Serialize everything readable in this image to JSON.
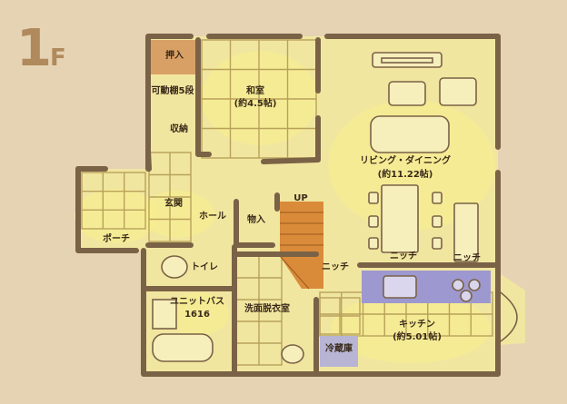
{
  "floor": {
    "number": "1",
    "suffix": "F"
  },
  "rooms": {
    "oshiire": "押入",
    "washitsu": "和室",
    "washitsu_size": "(約4.5帖)",
    "kadoudana": "可動棚5段",
    "shuno": "収納",
    "genkan": "玄関",
    "porch": "ポーチ",
    "hall": "ホール",
    "monoire": "物入",
    "up": "UP",
    "living": "リビング・ダイニング",
    "living_size": "(約11.22帖)",
    "toilet": "トイレ",
    "unitbath": "ユニットバス",
    "unitbath_size": "1616",
    "senmen": "洗面脱衣室",
    "niche_left": "ニッチ",
    "niche_top": "ニッチ",
    "niche_right": "ニッチ",
    "kitchen": "キッチン",
    "kitchen_size": "(約5.01帖)",
    "reizoko": "冷蔵庫"
  },
  "colors": {
    "paper": "#e6d3b4",
    "floor": "#f1e6a0",
    "glow": "#f8ee8c",
    "wall": "#7a6246",
    "grid": "#b8a25a",
    "stair": "#d98b3a",
    "oshiire": "#d9a065",
    "reizoko": "#b7b4d4",
    "counter": "#9d98cf"
  }
}
